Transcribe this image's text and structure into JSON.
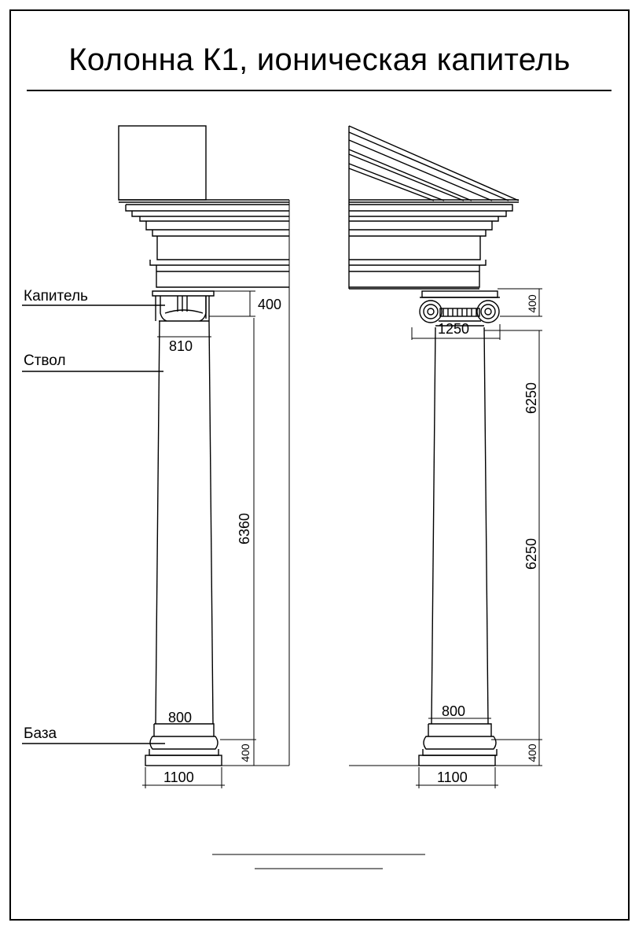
{
  "title": "Колонна К1, ионическая капитель",
  "labels": {
    "capital": "Капитель",
    "shaft": "Ствол",
    "base": "База"
  },
  "left_view": {
    "capital_height": "400",
    "capital_width": "810",
    "shaft_height": "6360",
    "shaft_bottom_width": "800",
    "base_height": "400",
    "base_width": "1100"
  },
  "right_view": {
    "capital_height": "400",
    "capital_width": "1250",
    "shaft_upper_height": "6250",
    "shaft_lower_height": "6250",
    "shaft_bottom_width": "800",
    "base_height": "400",
    "base_width": "1100"
  },
  "colors": {
    "line": "#000000",
    "background": "#ffffff"
  }
}
